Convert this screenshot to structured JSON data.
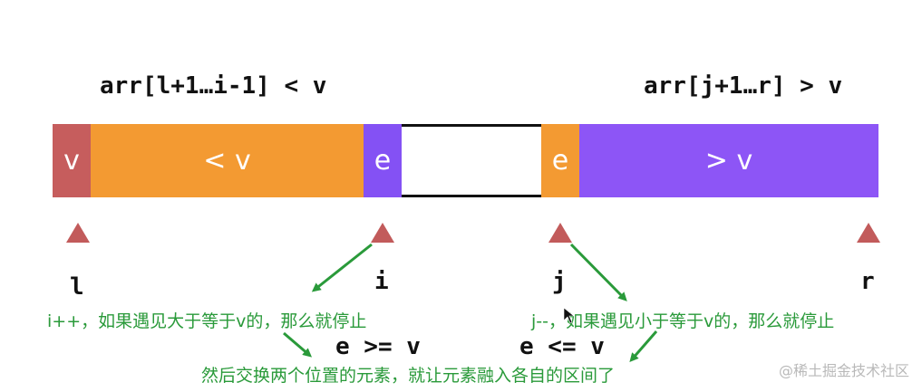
{
  "labels": {
    "left_range": "arr[l+1…i-1] < v",
    "right_range": "arr[j+1…r] > v"
  },
  "bar": {
    "seg_v": "v",
    "seg_lt": "< v",
    "seg_e1": "e",
    "seg_gap": "",
    "seg_e2": "e",
    "seg_gt": "> v"
  },
  "indices": {
    "l": "l",
    "i": "i",
    "j": "j",
    "r": "r"
  },
  "notes": {
    "i_note": "i++，如果遇见大于等于v的，那么就停止",
    "j_note": "j--，如果遇见小于等于v的，那么就停止",
    "swap_note": "然后交换两个位置的元素，就让元素融入各自的区间了"
  },
  "comparisons": {
    "left": "e >= v",
    "right": "e <= v"
  },
  "watermark": "@稀土掘金技术社区",
  "colors": {
    "pivot": "#c65d5d",
    "less": "#f39a32",
    "greater": "#8d55f6",
    "marker": "#c25b5b",
    "annotation": "#2a9a3a"
  }
}
